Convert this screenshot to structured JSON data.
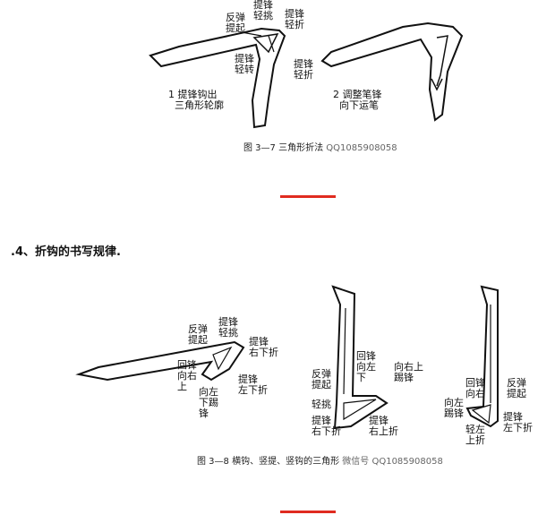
{
  "fig1": {
    "labels": {
      "fantan_tiqi": "反弹\n提起",
      "tifeng_qingtiao": "提锋\n轻挑",
      "tifeng_qingzhe": "提锋\n轻折",
      "tifeng_qingzhuan": "提锋\n轻转",
      "tifeng_qingzhe2": "提锋\n轻折",
      "step1": "1 提锋钩出\n  三角形轮廓",
      "step2": "2 调整笔锋\n  向下运笔"
    },
    "caption": "图 3—7 三角形折法",
    "watermark": "QQ1085908058"
  },
  "heading": ".4、折钩的书写规律.",
  "fig2": {
    "labels": {
      "fantan_tiqi": "反弹\n提起",
      "tifeng_qingtiao": "提锋\n轻挑",
      "tifeng_youxiazhe": "提锋\n右下折",
      "huifeng_xiangyou_shang": "回锋\n向右\n上",
      "xiangzuo_xiati_feng": "向左\n下踢\n锋",
      "tifeng_zuoxiazhe": "提锋\n左下折",
      "huifeng_xiangzuo_xia": "回锋\n向左\n下",
      "xiangyoushang_tifeng": "向右上\n踢锋",
      "fantan_tiqi2": "反弹\n提起",
      "qingtiao": "轻挑",
      "tifeng_youxiazhe2": "提锋\n右下折",
      "tifeng_youshangzhe": "提锋\n右上折",
      "huifeng_xiangyou": "回锋\n向右",
      "xiangzuo_tifeng": "向左\n踢锋",
      "fantan_tiqi3": "反弹\n提起",
      "qingzuo_shangzhe": "轻左\n上折",
      "tifeng_zuoxiazhe2": "提锋\n左下折"
    },
    "caption": "图 3—8 横钩、竖提、竖钩的三角形",
    "watermark": "微信号 QQ1085908058"
  },
  "colors": {
    "accent": "#e02b20",
    "ink": "#111111"
  }
}
